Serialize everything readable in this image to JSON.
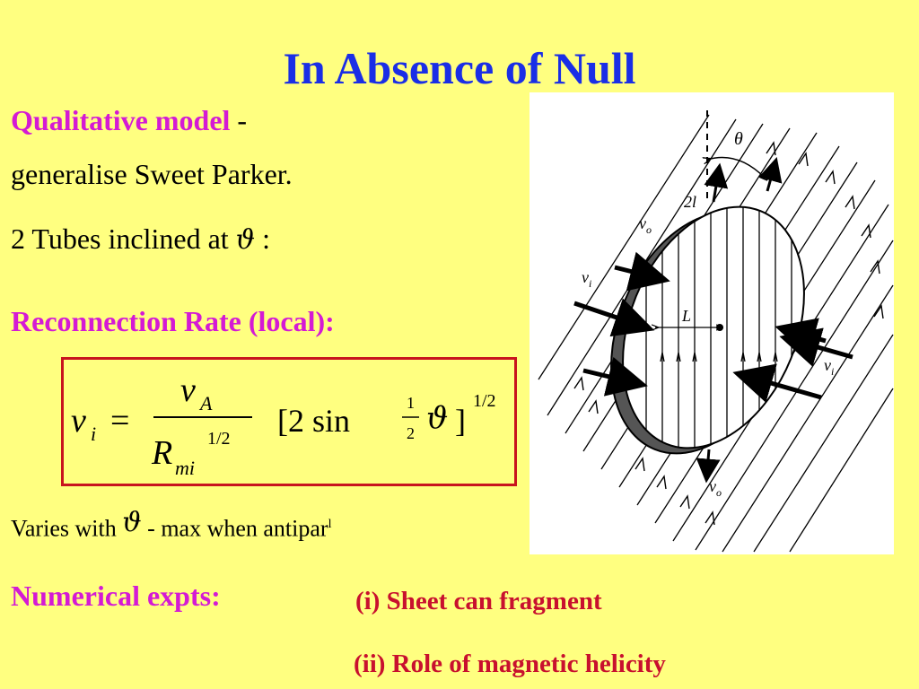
{
  "title": "In Absence of Null",
  "intro": {
    "model_label": "Qualitative model",
    "model_dash": " -",
    "model_desc": "generalise Sweet Parker.",
    "tubes_text": "2 Tubes inclined at ",
    "theta_symbol": "ϑ",
    "colon": " :"
  },
  "rate_heading": "Reconnection Rate (local):",
  "equation": {
    "lhs_v": "v",
    "lhs_sub": "i",
    "equals": "=",
    "num_v": "v",
    "num_sub": "A",
    "den_R": "R",
    "den_sub": "mi",
    "den_exp": "1/2",
    "bracket_text": "[2 sin",
    "half_num": "1",
    "half_den": "2",
    "theta": "ϑ",
    "close_bracket": "]",
    "outer_exp": "1/2"
  },
  "varies": {
    "prefix": "Varies with ",
    "theta": "ϑ",
    "suffix": " - max when antipar",
    "superscript": "l"
  },
  "numerical_heading": "Numerical expts:",
  "findings": [
    "(i) Sheet can fragment",
    "(ii) Role of magnetic helicity"
  ],
  "figure": {
    "labels": {
      "theta": "θ",
      "two_l": "2l",
      "v_o": "v",
      "v_o_sub": "o",
      "v_i": "v",
      "v_i_sub": "i",
      "L": "L"
    }
  },
  "colors": {
    "background": "#ffff80",
    "title": "#1a2ee6",
    "heading": "#d41ad4",
    "finding": "#c8102e",
    "box_border": "#c8141e"
  }
}
